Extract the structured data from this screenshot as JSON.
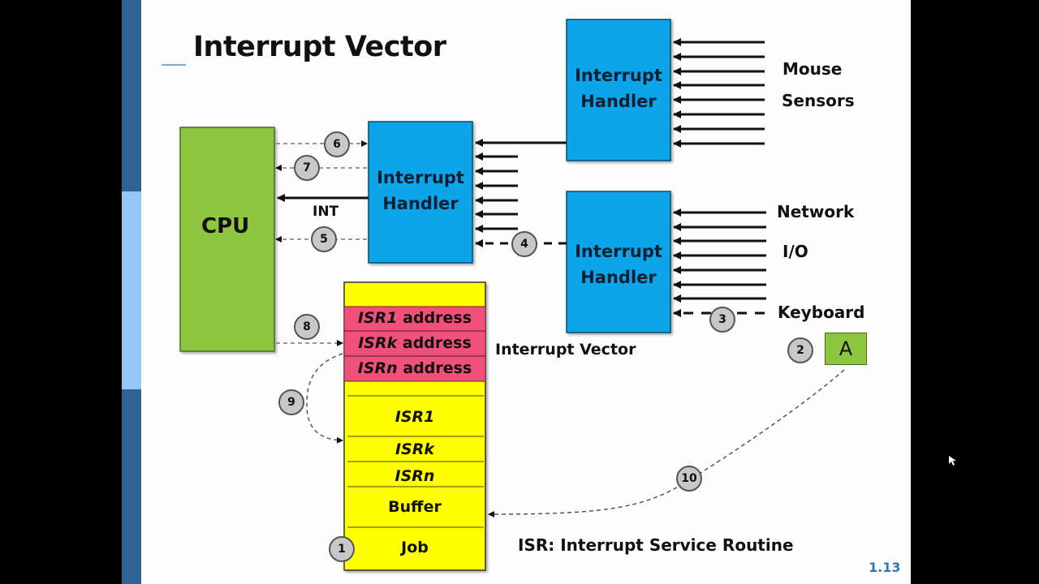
{
  "slide": {
    "title": "Interrupt Vector",
    "page_number": "1.13",
    "footnote": "ISR: Interrupt Service Routine"
  },
  "cpu": {
    "label": "CPU"
  },
  "handlers": {
    "main": {
      "line1": "Interrupt",
      "line2": "Handler"
    },
    "top": {
      "line1": "Interrupt",
      "line2": "Handler"
    },
    "bottom": {
      "line1": "Interrupt",
      "line2": "Handler"
    }
  },
  "signal_label": "INT",
  "sources": {
    "mouse": "Mouse",
    "sensors": "Sensors",
    "network": "Network",
    "io": "I/O",
    "keyboard": "Keyboard",
    "key_pressed": "A"
  },
  "vector_table": {
    "label": "Interrupt Vector",
    "entries": [
      {
        "name": "ISR1",
        "suffix": "address"
      },
      {
        "name": "ISRk",
        "suffix": "address"
      },
      {
        "name": "ISRn",
        "suffix": "address"
      }
    ]
  },
  "memory": {
    "regions": [
      "ISR1",
      "ISRk",
      "ISRn",
      "Buffer",
      "Job"
    ]
  },
  "steps": [
    "1",
    "2",
    "3",
    "4",
    "5",
    "6",
    "7",
    "8",
    "9",
    "10"
  ],
  "colors": {
    "cpu": "#8dc63f",
    "handler": "#0ea5e9",
    "memory": "#ffff00",
    "vector": "#f0507a",
    "accent_bar_dark": "#2f6396",
    "accent_bar_light": "#94c7f5",
    "step_circle": "#c8c8c8"
  }
}
